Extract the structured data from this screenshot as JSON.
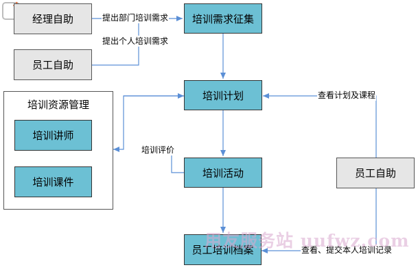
{
  "nodes": {
    "manager_self_service": "经理自助",
    "employee_self_service_left": "员工自助",
    "training_needs_collection": "培训需求征集",
    "training_plan": "培训计划",
    "training_activity": "培训活动",
    "employee_training_archive": "员工培训档案",
    "employee_self_service_right": "员工自助"
  },
  "group": {
    "title": "培训资源管理",
    "items": [
      "培训讲师",
      "培训课件"
    ]
  },
  "edge_labels": {
    "submit_dept_needs": "提出部门培训需求",
    "submit_personal_needs": "提出个人培训需求",
    "view_plan_courses": "查看计划及课程",
    "training_evaluation": "培训评价",
    "view_submit_records": "查看、提交本人培训记录"
  },
  "watermark": "用友服务站 uufwz.com",
  "colors": {
    "process_box": "#6cc0d4",
    "actor_box": "#e6e6e6",
    "connector": "#5b8fd6",
    "watermark": "#d9a9cf",
    "logo_accent": "#e8632a"
  }
}
